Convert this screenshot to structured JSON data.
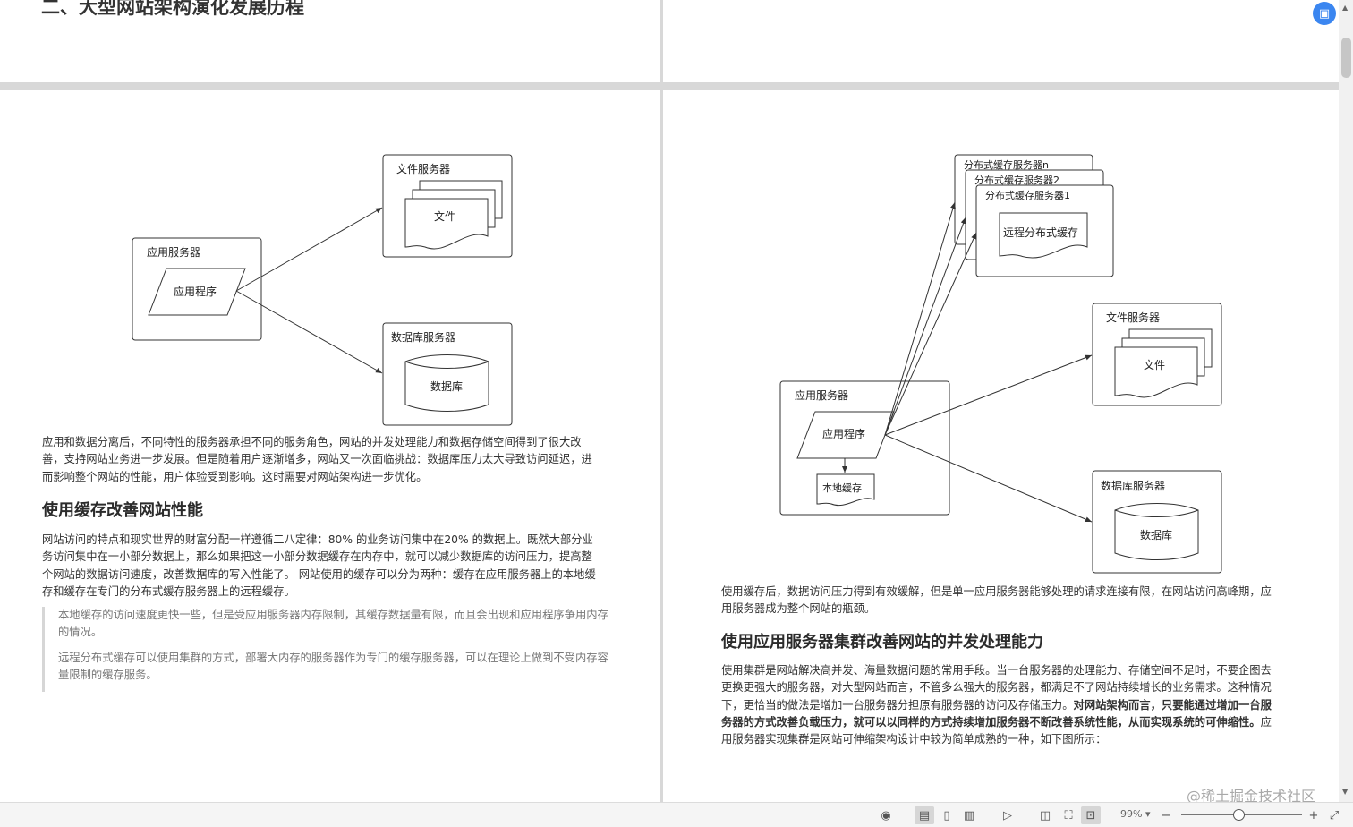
{
  "top": {
    "title": "二、大型网站架构演化发展历程"
  },
  "left": {
    "diagram": {
      "file_server": "文件服务器",
      "file": "文件",
      "app_server": "应用服务器",
      "app": "应用程序",
      "db_server": "数据库服务器",
      "db": "数据库"
    },
    "para1": "应用和数据分离后，不同特性的服务器承担不同的服务角色，网站的并发处理能力和数据存储空间得到了很大改善，支持网站业务进一步发展。但是随着用户逐渐增多，网站又一次面临挑战：数据库压力太大导致访问延迟，进而影响整个网站的性能，用户体验受到影响。这时需要对网站架构进一步优化。",
    "heading": "使用缓存改善网站性能",
    "para2": "网站访问的特点和现实世界的财富分配一样遵循二八定律：80% 的业务访问集中在20% 的数据上。既然大部分业务访问集中在一小部分数据上，那么如果把这一小部分数据缓存在内存中，就可以减少数据库的访问压力，提高整个网站的数据访问速度，改善数据库的写入性能了。 网站使用的缓存可以分为两种：缓存在应用服务器上的本地缓存和缓存在专门的分布式缓存服务器上的远程缓存。",
    "quote1": "本地缓存的访问速度更快一些，但是受应用服务器内存限制，其缓存数据量有限，而且会出现和应用程序争用内存的情况。",
    "quote2": "远程分布式缓存可以使用集群的方式，部署大内存的服务器作为专门的缓存服务器，可以在理论上做到不受内存容量限制的缓存服务。"
  },
  "right": {
    "diagram": {
      "cache_n": "分布式缓存服务器n",
      "cache_2": "分布式缓存服务器2",
      "cache_1": "分布式缓存服务器1",
      "remote_cache": "远程分布式缓存",
      "file_server": "文件服务器",
      "file": "文件",
      "app_server": "应用服务器",
      "app": "应用程序",
      "local_cache": "本地缓存",
      "db_server": "数据库服务器",
      "db": "数据库"
    },
    "para1": "使用缓存后，数据访问压力得到有效缓解，但是单一应用服务器能够处理的请求连接有限，在网站访问高峰期，应用服务器成为整个网站的瓶颈。",
    "heading": "使用应用服务器集群改善网站的并发处理能力",
    "para2_a": "使用集群是网站解决高并发、海量数据问题的常用手段。当一台服务器的处理能力、存储空间不足时，不要企图去更换更强大的服务器，对大型网站而言，不管多么强大的服务器，都满足不了网站持续增长的业务需求。这种情况下，更恰当的做法是增加一台服务器分担原有服务器的访问及存储压力。",
    "para2_bold": "对网站架构而言，只要能通过增加一台服务器的方式改善负载压力，就可以以同样的方式持续增加服务器不断改善系统性能，从而实现系统的可伸缩性。",
    "para2_b": "应用服务器实现集群是网站可伸缩架构设计中较为简单成熟的一种，如下图所示："
  },
  "statusbar": {
    "zoom": "99%",
    "zoom_level_percent": 99
  },
  "watermark": "@稀土掘金技术社区",
  "icons": [
    "eye-icon",
    "single-page-icon",
    "document-icon",
    "two-page-icon",
    "play-icon",
    "fit-width-icon",
    "fit-page-icon",
    "fullscreen-mode-icon",
    "zoom-out-icon",
    "zoom-in-icon",
    "expand-icon",
    "floating-tool-icon"
  ]
}
